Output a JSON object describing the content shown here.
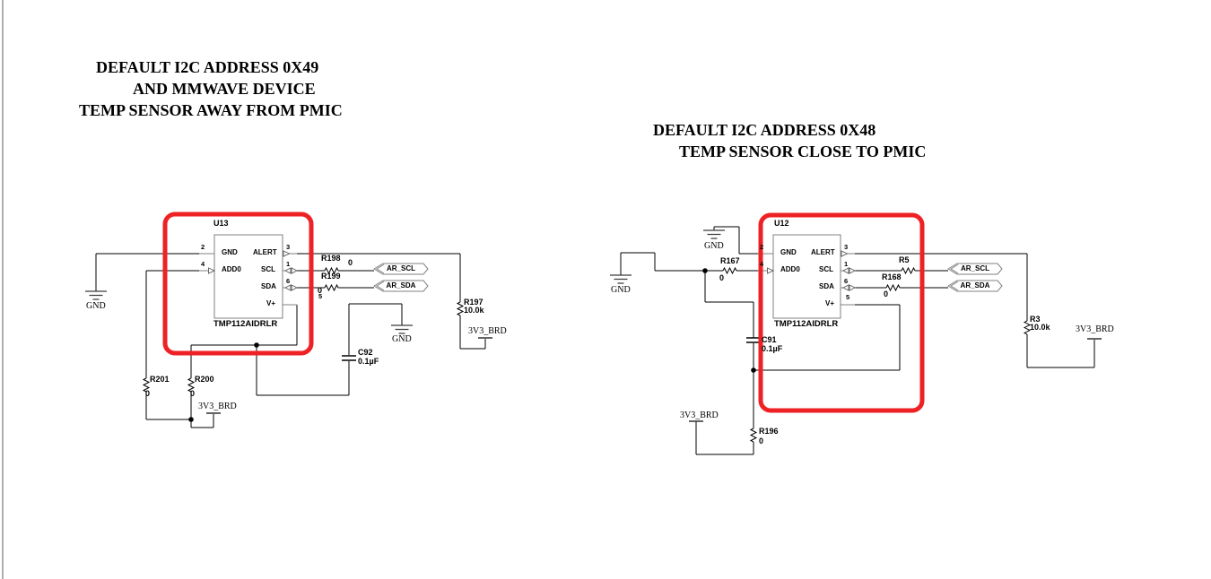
{
  "colors": {
    "highlight_red": "#ee2124",
    "wire_black": "#000000",
    "symbol_gray": "#808080"
  },
  "titles": {
    "left_line1": "DEFAULT I2C ADDRESS 0X49",
    "left_line2": "AND MMWAVE DEVICE",
    "left_line3": "TEMP SENSOR AWAY FROM PMIC",
    "right_line1": "DEFAULT I2C ADDRESS 0X48",
    "right_line2": "TEMP SENSOR CLOSE TO PMIC"
  },
  "left": {
    "chip": {
      "ref": "U13",
      "part": "TMP112AIDRLR",
      "pins": {
        "gnd": {
          "num": "2",
          "name": "GND"
        },
        "add0": {
          "num": "4",
          "name": "ADD0"
        },
        "alert": {
          "num": "3",
          "name": "ALERT"
        },
        "scl": {
          "num": "1",
          "name": "SCL"
        },
        "sda": {
          "num": "6",
          "name": "SDA"
        },
        "vplus": {
          "num": "5",
          "name": "V+"
        }
      }
    },
    "r198_ref": "R198",
    "r198_val": "0",
    "r199_ref": "R199",
    "r199_val": "0",
    "r197_ref": "R197",
    "r197_val": "10.0k",
    "r200_ref": "R200",
    "r200_val": "0",
    "r201_ref": "R201",
    "r201_val": "0",
    "c92_ref": "C92",
    "c92_val": "0.1µF",
    "net_scl": "AR_SCL",
    "net_sda": "AR_SDA",
    "gnd_left": "GND",
    "gnd_mid": "GND",
    "pwr_bottom": "3V3_BRD",
    "pwr_right": "3V3_BRD"
  },
  "right": {
    "chip": {
      "ref": "U12",
      "part": "TMP112AIDRLR",
      "pins": {
        "gnd": {
          "num": "2",
          "name": "GND"
        },
        "add0": {
          "num": "4",
          "name": "ADD0"
        },
        "alert": {
          "num": "3",
          "name": "ALERT"
        },
        "scl": {
          "num": "1",
          "name": "SCL"
        },
        "sda": {
          "num": "6",
          "name": "SDA"
        },
        "vplus": {
          "num": "5",
          "name": "V+"
        }
      }
    },
    "r167_ref": "R167",
    "r167_val": "0",
    "r5_ref": "R5",
    "r168_ref": "R168",
    "r168_val": "0",
    "r3_ref": "R3",
    "r3_val": "10.0k",
    "r196_ref": "R196",
    "r196_val": "0",
    "c91_ref": "C91",
    "c91_val": "0.1µF",
    "net_scl": "AR_SCL",
    "net_sda": "AR_SDA",
    "gnd_top": "GND",
    "gnd_left": "GND",
    "pwr_bottom": "3V3_BRD",
    "pwr_right": "3V3_BRD"
  }
}
